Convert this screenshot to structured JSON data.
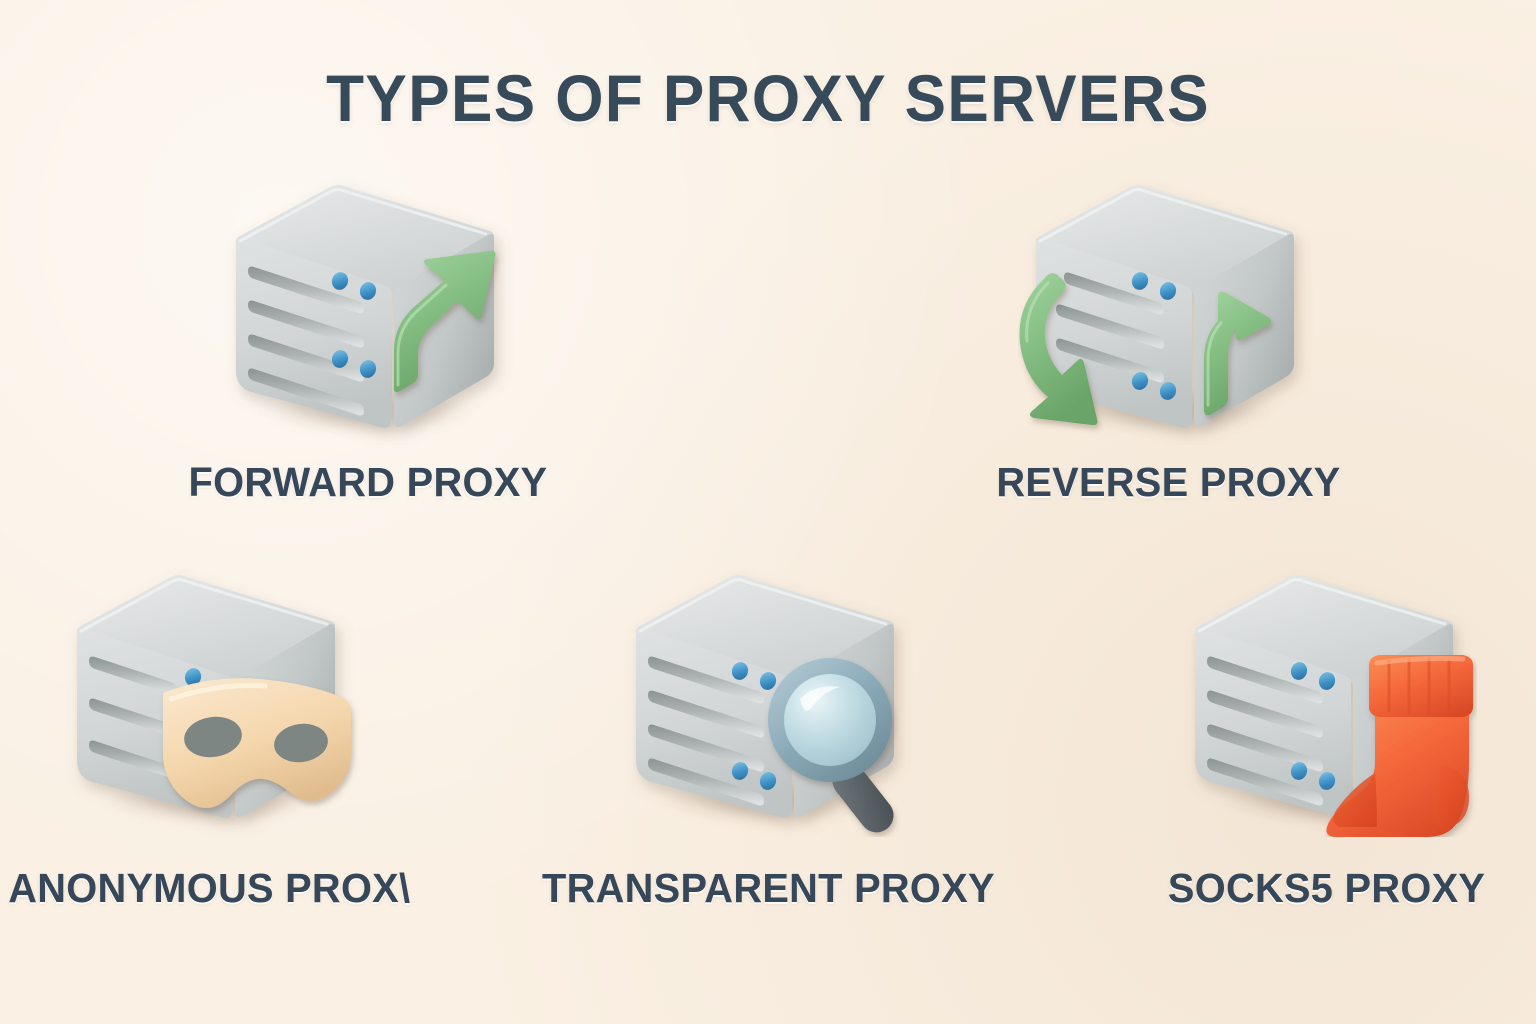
{
  "page": {
    "title": "TYPES OF PROXY SERVERS",
    "background_color": "#faf0e3",
    "text_color": "#36475a"
  },
  "palette": {
    "background": "#faf0e3",
    "title_text": "#374a5a",
    "label_text": "#36475a",
    "cube_top": "#dcdfdf",
    "cube_front": "#cfd3d3",
    "cube_side": "#b9bebe",
    "slot_dark": "#9aa0a0",
    "led_blue": "#3f91c6",
    "arrow_green": "#83bd81",
    "mask_cream": "#f4d6ac",
    "lens_blue": "#b9d6df",
    "lens_rim": "#7f9ead",
    "handle_gray": "#5a6166",
    "sock_orange": "#f4653a"
  },
  "rows": [
    {
      "id": "row-top",
      "items": [
        {
          "id": "forward-proxy",
          "label": "FORWARD PROXY",
          "icon": "server-cube-arrow-up-right-icon",
          "badge": "green-curved-arrow-up-right"
        },
        {
          "id": "reverse-proxy",
          "label": "REVERSE PROXY",
          "icon": "server-cube-two-arrows-icon",
          "badge": "green-arrow-down-left-and-arrow-up"
        }
      ]
    },
    {
      "id": "row-bottom",
      "items": [
        {
          "id": "anonymous-proxy",
          "label": "ANONYMOUS PROX\\",
          "icon": "server-cube-mask-icon",
          "badge": "cream-masquerade-mask"
        },
        {
          "id": "transparent-proxy",
          "label": "TRANSPARENT PROXY",
          "icon": "server-cube-magnifier-icon",
          "badge": "magnifying-glass"
        },
        {
          "id": "socks5-proxy",
          "label": "SOCKS5 PROXY",
          "icon": "server-cube-sock-icon",
          "badge": "orange-sock"
        }
      ]
    }
  ]
}
